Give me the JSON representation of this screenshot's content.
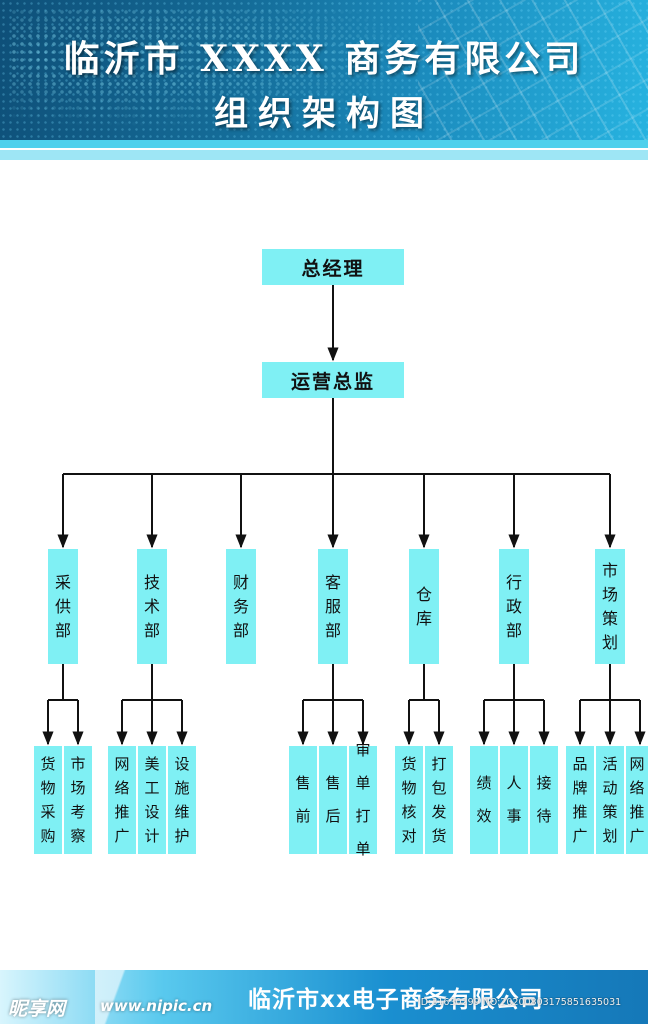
{
  "header": {
    "title_line1": "临沂市 XXXX 商务有限公司",
    "title_line2": "组织架构图"
  },
  "org": {
    "ceo": "总经理",
    "director": "运营总监",
    "departments": [
      {
        "name": "采供部",
        "subunits": [
          "货物采购",
          "市场考察"
        ]
      },
      {
        "name": "技术部",
        "subunits": [
          "网络推广",
          "美工设计",
          "设施维护"
        ]
      },
      {
        "name": "财务部",
        "subunits": []
      },
      {
        "name": "客服部",
        "subunits": [
          "售前",
          "售后",
          "审单打单"
        ]
      },
      {
        "name": "仓库",
        "subunits": [
          "货物核对",
          "打包发货"
        ]
      },
      {
        "name": "行政部",
        "subunits": [
          "绩效",
          "人事",
          "接待"
        ]
      },
      {
        "name": "市场策划",
        "subunits": [
          "品牌推广",
          "活动策划",
          "网络推广"
        ]
      }
    ]
  },
  "footer": {
    "company": "临沂市xx电子商务有限公司",
    "watermark_logo": "昵享网",
    "watermark_url": "www.nipic.cn",
    "watermark_id": "ID:31630299 NO:20200803175851635031"
  },
  "colors": {
    "box_fill": "#7ff0f4",
    "line": "#111111",
    "header_dark": "#0e4f78",
    "header_light": "#27b3e0"
  }
}
